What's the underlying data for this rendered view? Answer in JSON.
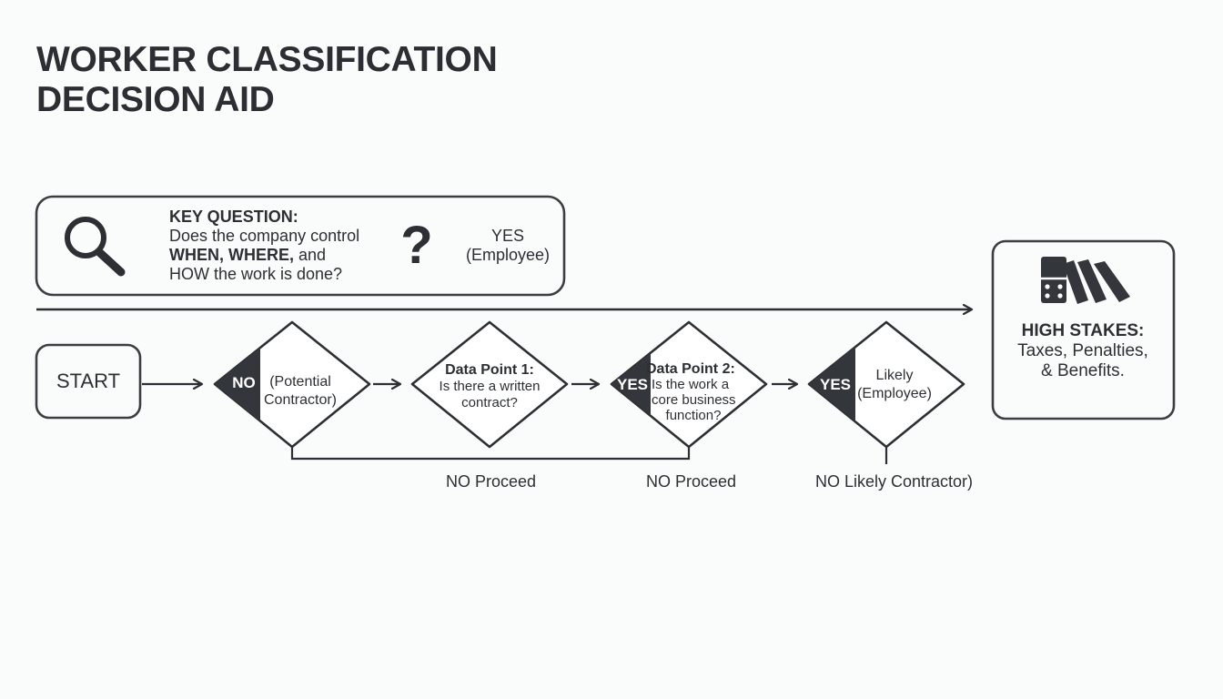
{
  "title": {
    "line1": "WORKER CLASSIFICATION",
    "line2": "DECISION AID"
  },
  "key_question": {
    "heading": "KEY QUESTION:",
    "line1": "Does the company control",
    "line2_bold": "WHEN, WHERE,",
    "line2_rest": " and",
    "line3": "HOW the work is done?",
    "icon_left": "magnifying-glass-icon",
    "icon_mid": "question-mark-icon",
    "question_mark": "?",
    "yes_label": "YES",
    "yes_sub": "(Employee)"
  },
  "start": {
    "label": "START"
  },
  "decision_no": {
    "tag": "NO",
    "line1": "(Potential",
    "line2": "Contractor)"
  },
  "data_point_1": {
    "heading": "Data Point 1:",
    "line1": "Is there a written",
    "line2": "contract?"
  },
  "data_point_2": {
    "tag": "YES",
    "heading": "Data Point 2:",
    "line1": "Is the work a",
    "line2": "core business",
    "line3": "function?"
  },
  "decision_likely": {
    "tag": "YES",
    "line1": "Likely",
    "line2": "(Employee)"
  },
  "high_stakes": {
    "icon": "domino-icon",
    "heading": "HIGH STAKES:",
    "line1": "Taxes, Penalties,",
    "line2": "& Benefits."
  },
  "branch_labels": {
    "proceed_1": "NO Proceed",
    "proceed_2": "NO Proceed",
    "likely_contractor": "NO Likely Contractor)"
  },
  "colors": {
    "ink": "#2c2f33",
    "background": "#fafbfb",
    "fill_dark": "#33363b"
  }
}
